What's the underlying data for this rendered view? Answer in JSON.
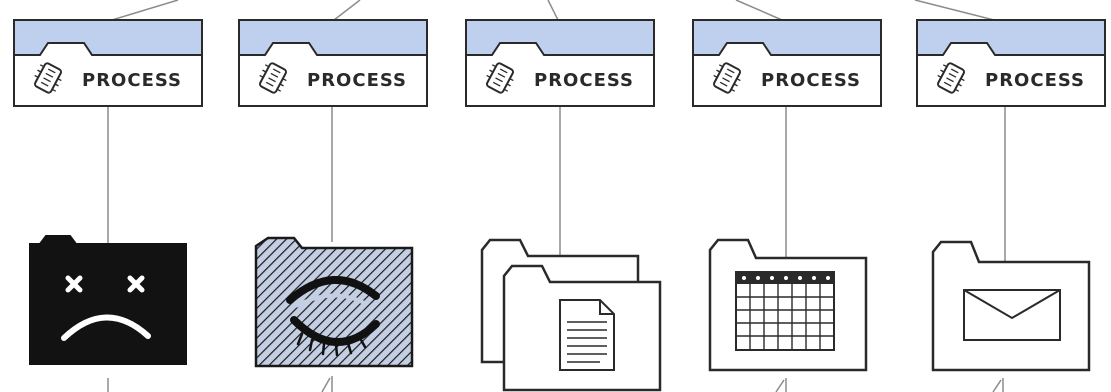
{
  "colors": {
    "ink": "#2a2a2a",
    "tab_fill": "#bed0ee",
    "card_fill": "#ffffff",
    "folder_fill": "#ffffff",
    "dead_folder_fill": "#121212",
    "hatch_bg": "#c4cfe4",
    "connector": "#8c8c8c"
  },
  "processes": [
    {
      "label": "PROCESS",
      "icon": "chip-icon",
      "folder": "dead-folder"
    },
    {
      "label": "PROCESS",
      "icon": "chip-icon",
      "folder": "sleeping-folder"
    },
    {
      "label": "PROCESS",
      "icon": "chip-icon",
      "folder": "document-folders"
    },
    {
      "label": "PROCESS",
      "icon": "chip-icon",
      "folder": "calendar-folder"
    },
    {
      "label": "PROCESS",
      "icon": "chip-icon",
      "folder": "mail-folder"
    }
  ]
}
